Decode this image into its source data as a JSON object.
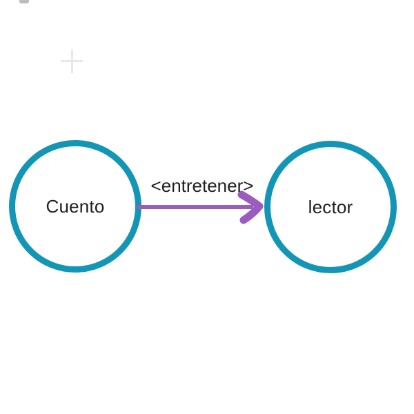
{
  "colors": {
    "background": "#ffffff",
    "node-stroke": "#1396b6",
    "edge": "#9a5cbe",
    "text": "#1f1f1f",
    "artifact-mid": "#bdbdbd",
    "artifact-light": "#e8e8e8"
  },
  "diagram": {
    "type": "concept-map",
    "nodes": [
      {
        "id": "cuento",
        "label": "Cuento",
        "shape": "circle"
      },
      {
        "id": "lector",
        "label": "lector",
        "shape": "circle"
      }
    ],
    "edge": {
      "from": "cuento",
      "to": "lector",
      "label": "<entretener>",
      "direction": "right"
    }
  }
}
